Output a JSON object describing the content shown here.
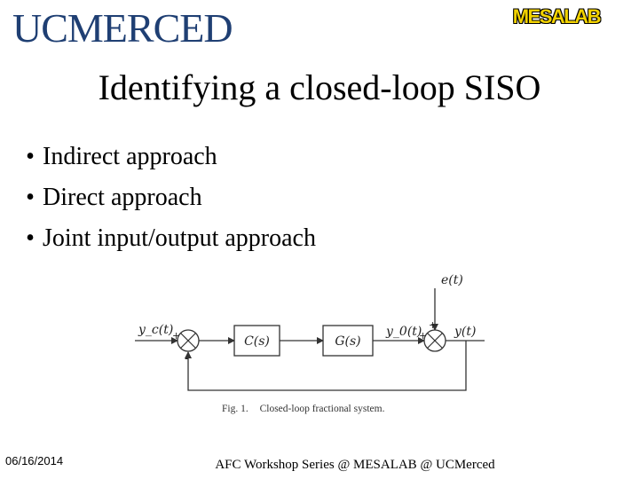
{
  "header": {
    "logo_left": "UCMERCED",
    "logo_right": "MESALAB"
  },
  "title": "Identifying a closed-loop SISO",
  "bullets": [
    "Indirect approach",
    "Direct approach",
    "Joint input/output approach"
  ],
  "bullet_glyph": "•",
  "diagram": {
    "input_label": "y_c(t)",
    "controller_label": "C(s)",
    "plant_label": "G(s)",
    "plant_output_label": "y_0(t)",
    "disturbance_label": "e(t)",
    "output_label": "y(t)",
    "sum1_signs": [
      "+",
      "-"
    ],
    "sum2_signs": [
      "+",
      "+"
    ],
    "caption_prefix": "Fig. 1.",
    "caption_text": "Closed-loop fractional system."
  },
  "footer": {
    "date": "06/16/2014",
    "center": "AFC Workshop Series @ MESALAB @ UCMerced"
  }
}
